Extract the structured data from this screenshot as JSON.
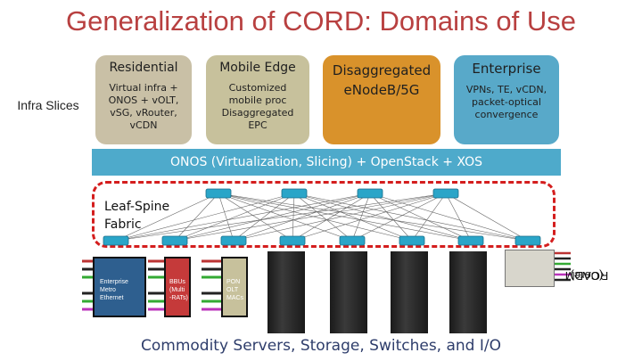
{
  "title": "Generalization of CORD: Domains of Use",
  "infra_label": "Infra Slices",
  "slices": [
    {
      "heading": "Residential",
      "lines": [
        "Virtual infra +",
        "ONOS + vOLT,",
        "vSG, vRouter,",
        "vCDN"
      ],
      "color": "#c9c0a6"
    },
    {
      "heading": "Mobile Edge",
      "lines": [
        "Customized",
        "mobile proc",
        "Disaggregated",
        "EPC"
      ],
      "color": "#c7c19c"
    },
    {
      "heading": "Disaggregated",
      "heading2": "eNodeB/5G",
      "color": "#d9922b"
    },
    {
      "heading": "Enterprise",
      "lines": [
        "VPNs, TE, vCDN,",
        "packet-optical",
        "convergence"
      ],
      "color": "#58a9c9"
    }
  ],
  "onos_bar": "ONOS (Virtualization, Slicing) + OpenStack + XOS",
  "fabric_label": [
    "Leaf-Spine",
    "Fabric"
  ],
  "roadm_label": [
    "ROADM",
    "(Core)"
  ],
  "gear": [
    {
      "lines": [
        "Enterprise",
        "Metro",
        "Ethernet"
      ],
      "color": "#2e5f8f"
    },
    {
      "lines": [
        "BBUs",
        "(Multi",
        "-RATs)"
      ],
      "color": "#c53a3a"
    },
    {
      "lines": [
        "PON",
        "OLT",
        "MACs"
      ],
      "color": "#c7c19c"
    }
  ],
  "footer": "Commodity Servers, Storage, Switches, and I/O",
  "colors": {
    "title": "#b84040",
    "onos": "#4eaacb",
    "fabric_border": "#d41e1e",
    "switch": "#2aa5c8"
  }
}
